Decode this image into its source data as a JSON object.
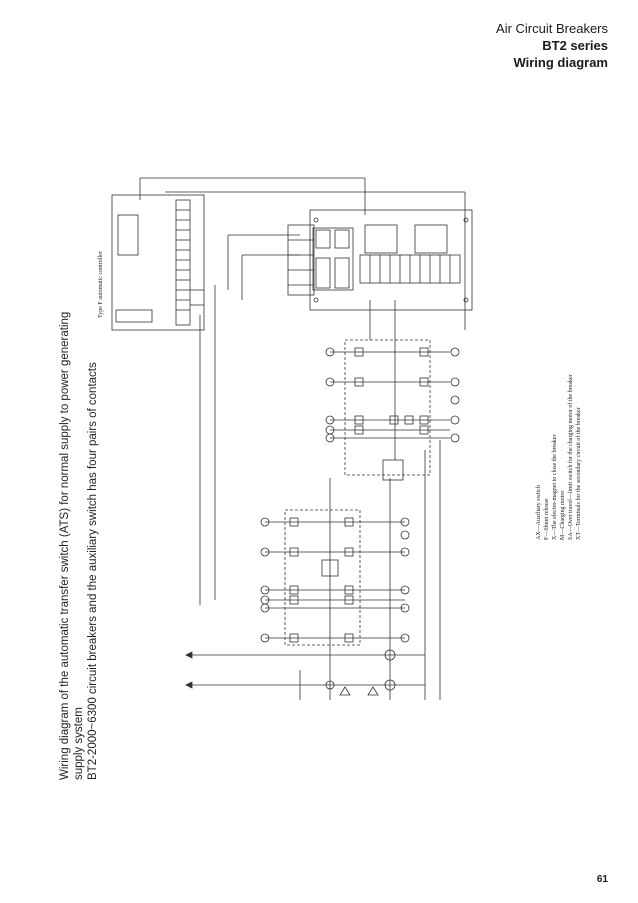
{
  "header": {
    "product_family": "Air Circuit Breakers",
    "series": "BT2 series",
    "section": "Wiring diagram"
  },
  "caption": {
    "line1": "Wiring diagram of the automatic transfer switch (ATS) for normal supply to power generating",
    "line2": "supply system",
    "line3": "BT2-2000~6300 circuit breakers and the auxiliary switch has four pairs of contacts"
  },
  "controller_label": "Type F automatic controller",
  "legend": {
    "ax": "AX—Auxiliary switch",
    "f": "F—Shunt release",
    "x": "X—The electro-magnet to close the breaker",
    "m": "M—Charging motor",
    "sa": "SA—Over travel—limit switch for the charging motor of the breaker",
    "xt": "XT—Terminals for the secondary circuit of the breaker"
  },
  "page_number": "61",
  "colors": {
    "line": "#333333",
    "text": "#1a1a1a"
  }
}
